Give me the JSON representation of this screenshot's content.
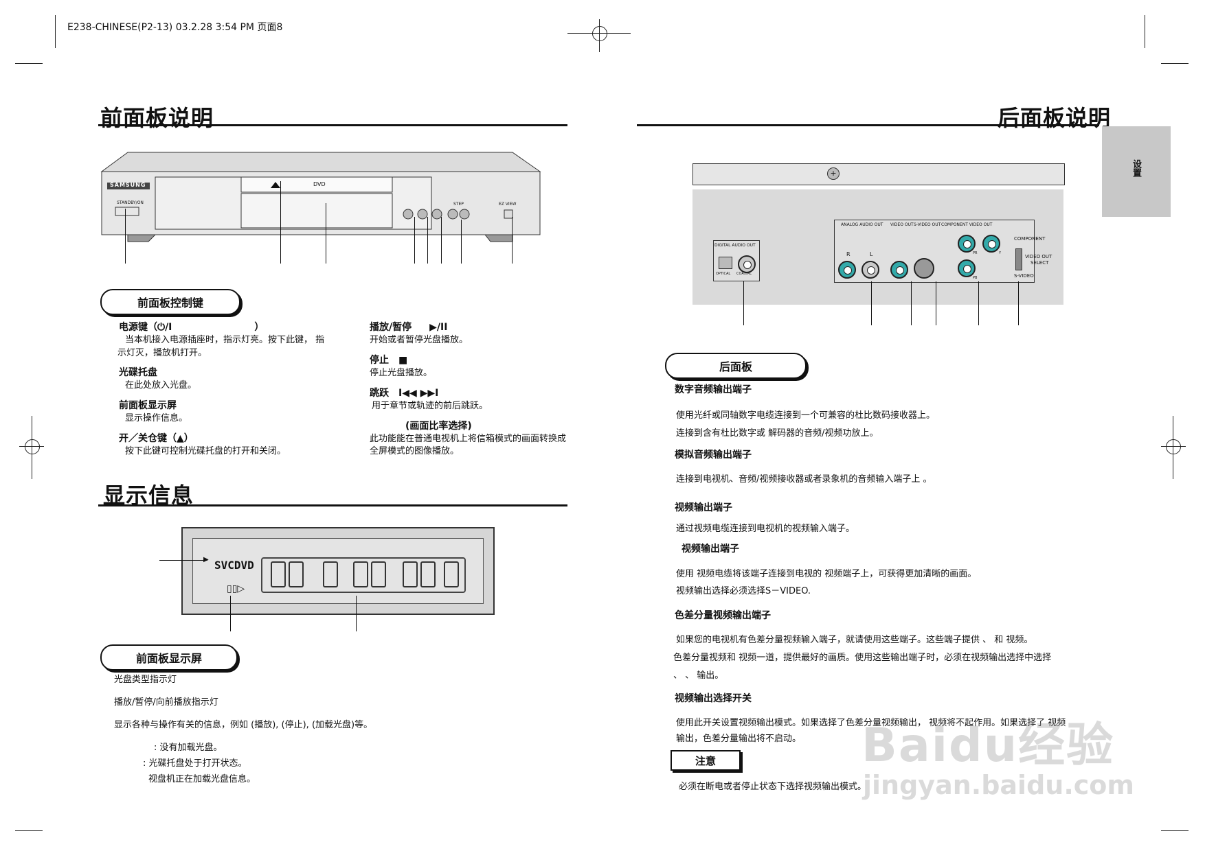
{
  "header": {
    "file_info": "E238-CHINESE(P2-13) 03.2.28 3:54 PM 页面8"
  },
  "left": {
    "front_title": "前面板说明",
    "device": {
      "brand": "SAMSUNG",
      "standby_label": "STANDBY/ON",
      "dvd_logo": "DVD",
      "ez_view": "EZ VIEW",
      "step_label": "STEP"
    },
    "controls_heading": "前面板控制键",
    "items": [
      {
        "title": "电源键（",
        "symbol": "⏻/I",
        "title_end": "）",
        "body1": "当本机接入电源插座时，指示灯亮。按下此键，  指",
        "body2": "示灯灭，播放机打开。"
      },
      {
        "title": "光碟托盘",
        "body1": "在此处放入光盘。"
      },
      {
        "title": "前面板显示屏",
        "body1": "显示操作信息。"
      },
      {
        "title": "开／关仓键（",
        "symbol": "▲",
        "title_end": "）",
        "body1": "按下此键可控制光碟托盘的打开和关闭。"
      },
      {
        "title": "播放/暂停",
        "symbol": "▶/II",
        "body1": "开始或者暂停光盘播放。"
      },
      {
        "title": "停止",
        "symbol": "■",
        "body1": "停止光盘播放。"
      },
      {
        "title": "跳跃",
        "symbol": "I◀◀          ▶▶I",
        "body1": "用于章节或轨迹的前后跳跃。"
      },
      {
        "title": "(画面比率选择)",
        "body1": "此功能能在普通电视机上将信箱模式的画面转换成",
        "body2": "全屏模式的图像播放。"
      }
    ],
    "display_title": "显示信息",
    "display": {
      "svcdvd": "SVCDVD"
    },
    "display_heading": "前面板显示屏",
    "display_items": [
      "光盘类型指示灯",
      "播放/暂停/向前播放指示灯",
      "显示各种与操作有关的信息，例如        (播放),          (停止),          (加载光盘)等。",
      ":  没有加载光盘。",
      ":  光碟托盘处于打开状态。",
      "视盘机正在加载光盘信息。"
    ]
  },
  "right": {
    "rear_title": "后面板说明",
    "side_tab": "设置",
    "panel": {
      "digital_out": "DIGITAL AUDIO OUT",
      "optical": "OPTICAL",
      "coaxial": "COAXIAL",
      "analog_out": "ANALOG AUDIO OUT",
      "video_out": "VIDEO OUT",
      "svideo_out": "S-VIDEO OUT",
      "component_out": "COMPONENT VIDEO OUT",
      "r": "R",
      "l": "L",
      "pr": "PR",
      "pb": "PB",
      "y": "Y",
      "component": "COMPONENT",
      "select1": "VIDEO OUT",
      "select2": "SELECT",
      "svideo": "S-VIDEO"
    },
    "rear_heading": "后面板",
    "sections": [
      {
        "title": "数字音频输出端子",
        "lines": [
          "使用光纤或同轴数字电缆连接到一个可兼容的杜比数码接收器上。",
          "连接到含有杜比数字或      解码器的音频/视频功放上。"
        ]
      },
      {
        "title": "模拟音频输出端子",
        "lines": [
          "连接到电视机、音频/视频接收器或者录象机的音频输入端子上 。"
        ]
      },
      {
        "title": "视频输出端子",
        "lines": [
          "通过视频电缆连接到电视机的视频输入端子。"
        ]
      },
      {
        "title": "视频输出端子",
        "lines": [
          "使用  视频电缆将该端子连接到电视的  视频端子上，可获得更加清晰的画面。",
          "视频输出选择必须选择S－VIDEO."
        ]
      },
      {
        "title": "色差分量视频输出端子",
        "lines": [
          "如果您的电视机有色差分量视频输入端子，就请使用这些端子。这些端子提供   、    和   视频。",
          "色差分量视频和  视频一道，提供最好的画质。使用这些输出端子时，必须在视频输出选择中选择",
          "   、   、   输出。"
        ]
      },
      {
        "title": "视频输出选择开关",
        "lines": [
          "使用此开关设置视频输出模式。如果选择了色差分量视频输出，  视频将不起作用。如果选择了  视频",
          "输出，色差分量输出将不启动。"
        ]
      }
    ],
    "note_heading": "注意",
    "note_text": "必须在断电或者停止状态下选择视频输出模式。"
  },
  "watermark": {
    "main": "Baidu经验",
    "url": "jingyan.baidu.com"
  }
}
